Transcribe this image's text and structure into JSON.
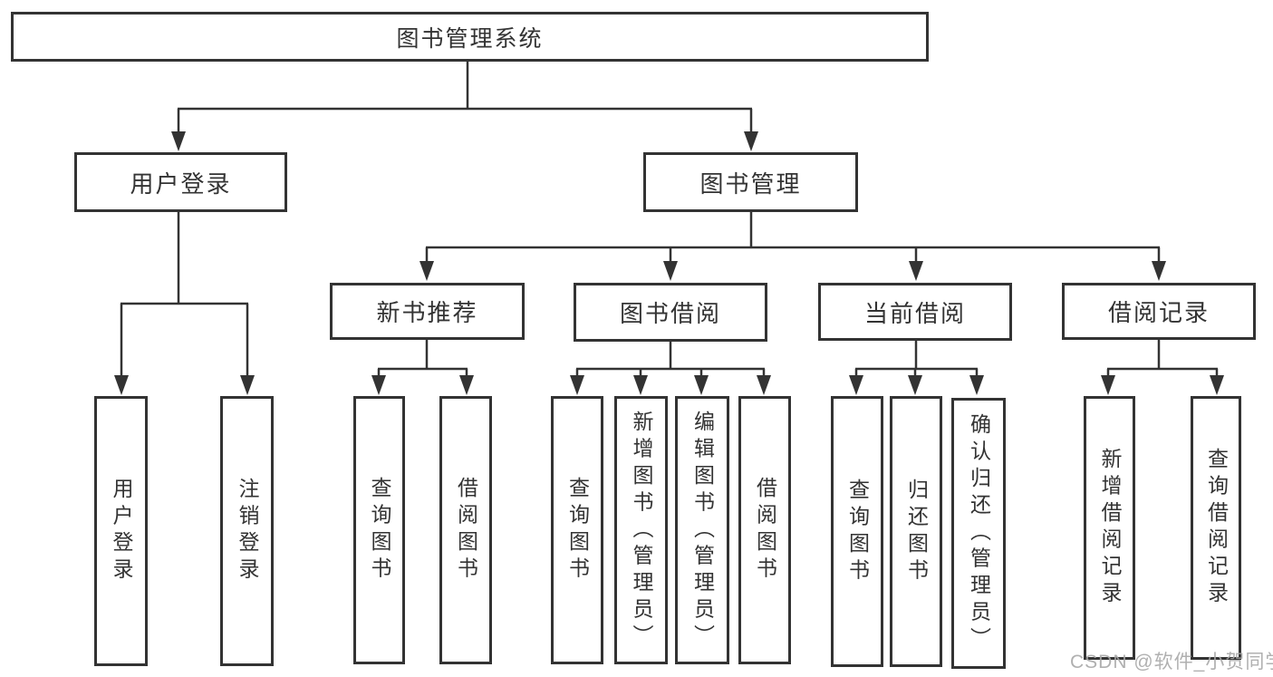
{
  "diagram": {
    "root": {
      "label": "图书管理系统"
    },
    "branches": [
      {
        "label": "用户登录",
        "children": [
          {
            "label": "用户登录"
          },
          {
            "label": "注销登录"
          }
        ]
      },
      {
        "label": "图书管理",
        "groups": [
          {
            "label": "新书推荐",
            "children": [
              {
                "label": "查询图书"
              },
              {
                "label": "借阅图书"
              }
            ]
          },
          {
            "label": "图书借阅",
            "children": [
              {
                "label": "查询图书"
              },
              {
                "label": "新增图书（管理员）"
              },
              {
                "label": "编辑图书（管理员）"
              },
              {
                "label": "借阅图书"
              }
            ]
          },
          {
            "label": "当前借阅",
            "children": [
              {
                "label": "查询图书"
              },
              {
                "label": "归还图书"
              },
              {
                "label": "确认归还（管理员）"
              }
            ]
          },
          {
            "label": "借阅记录",
            "children": [
              {
                "label": "新增借阅记录"
              },
              {
                "label": "查询借阅记录"
              }
            ]
          }
        ]
      }
    ]
  },
  "watermark": {
    "text": "CSDN @软件_小贺同学"
  },
  "colors": {
    "line": "#333333",
    "text": "#333333",
    "watermark": "#a8a8a8",
    "background": "#ffffff"
  }
}
